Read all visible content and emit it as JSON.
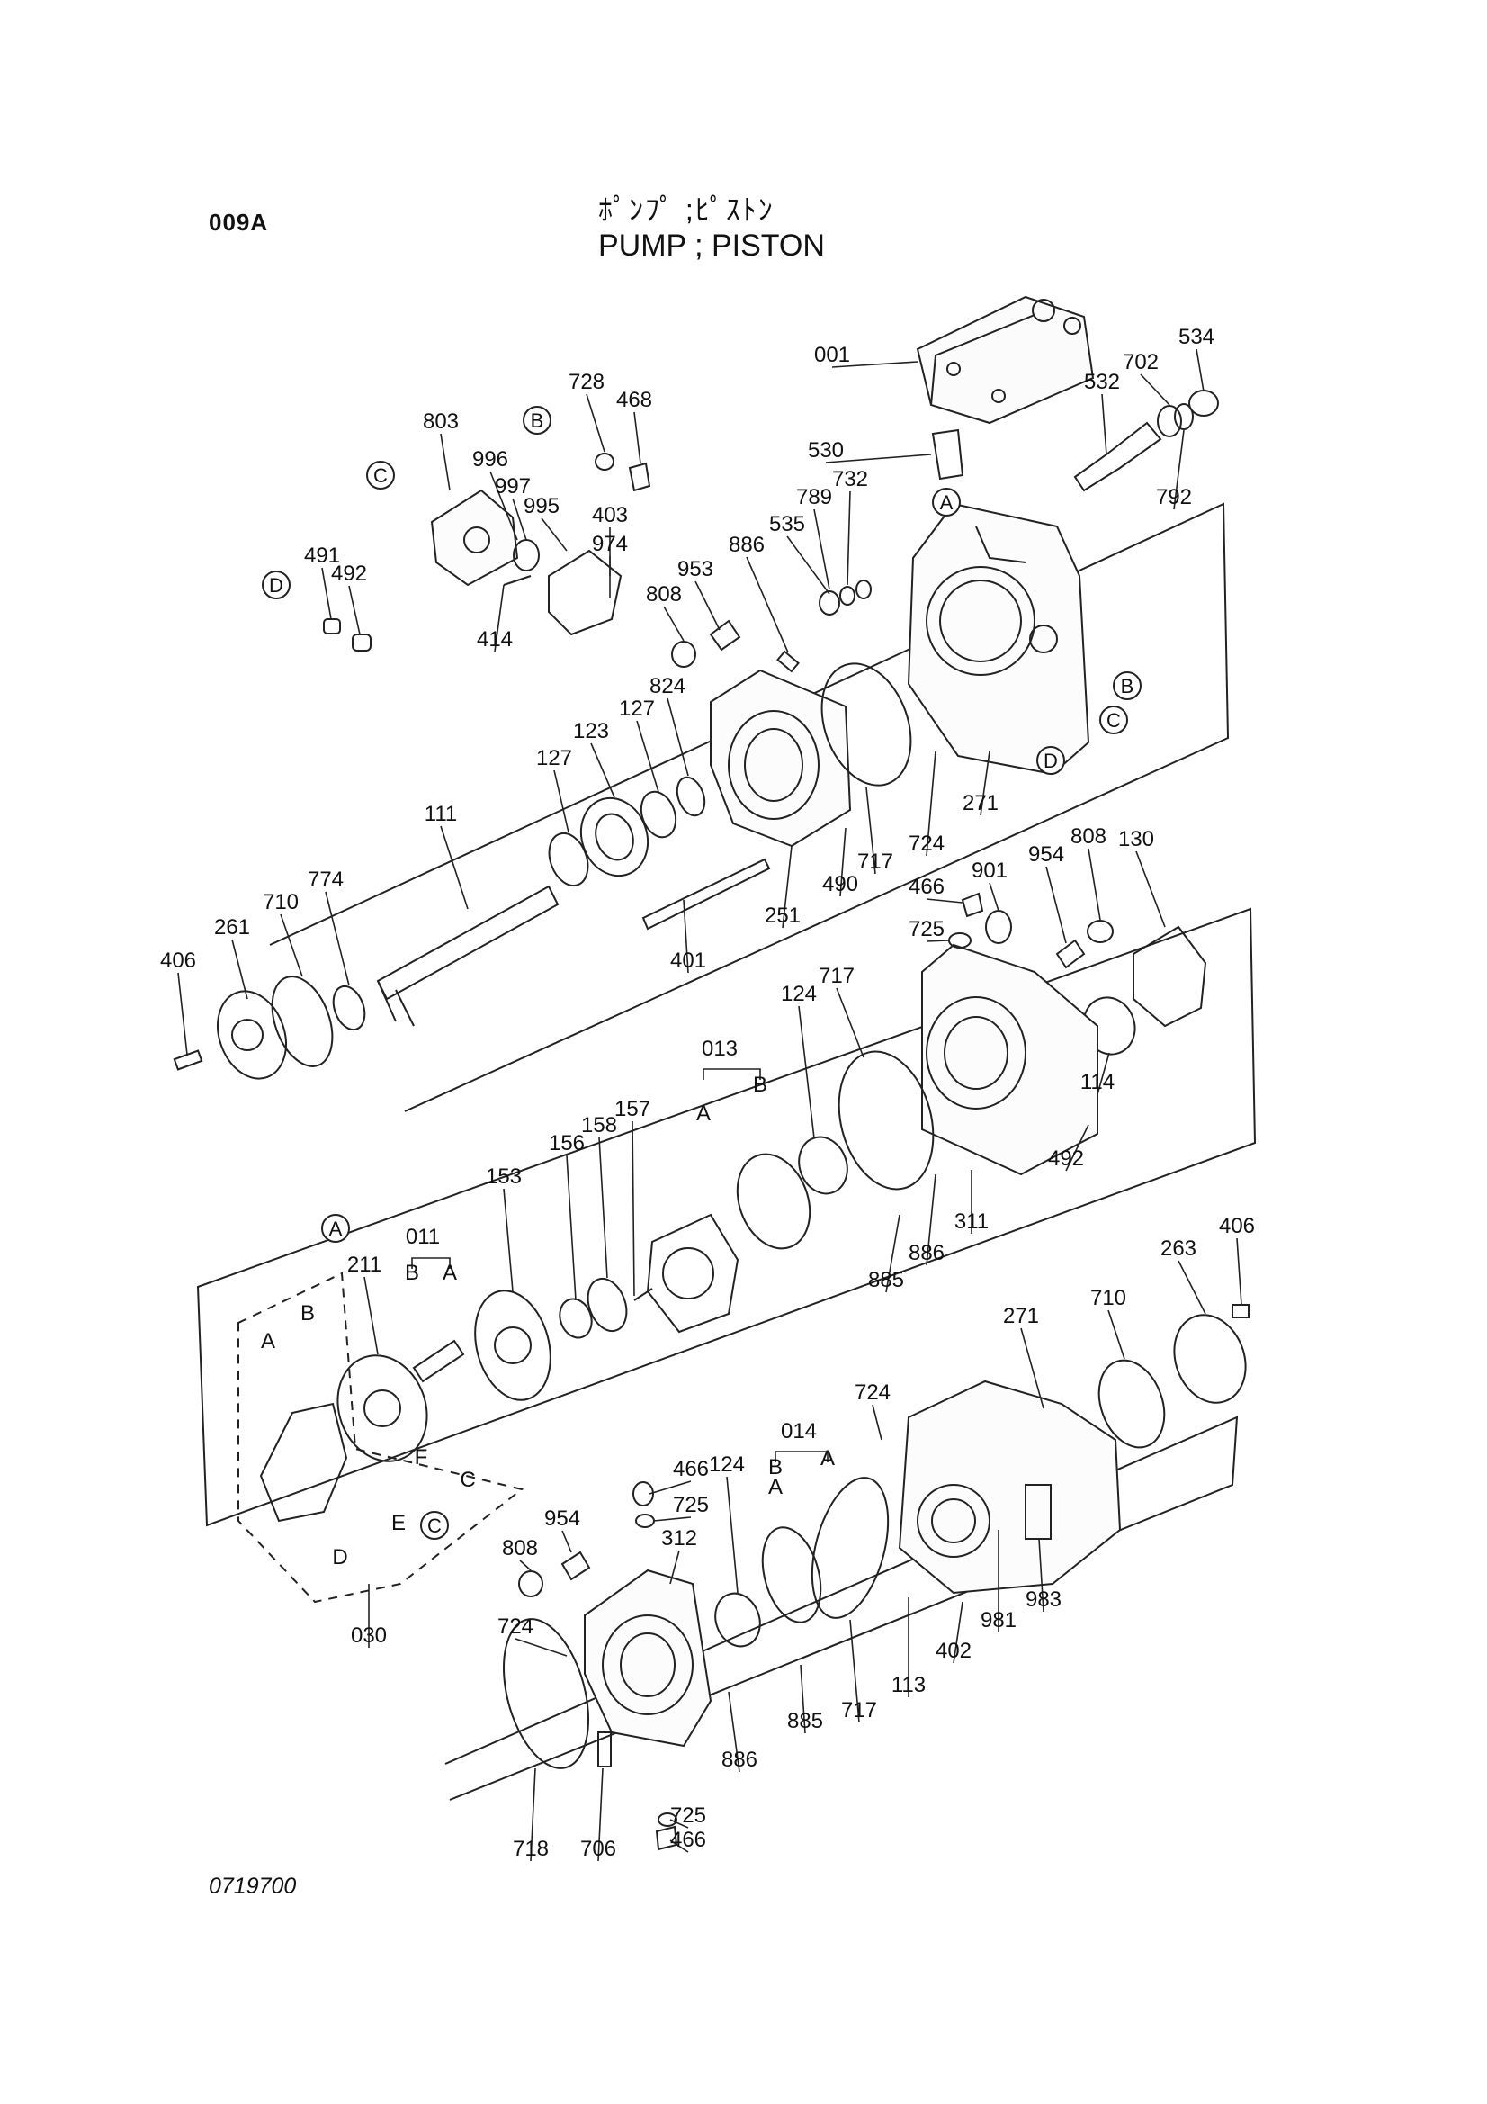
{
  "header": {
    "page_code": "009A",
    "title_jp": "ﾎﾟﾝﾌﾟ ;ﾋﾟｽﾄﾝ",
    "title_en": "PUMP ; PISTON"
  },
  "footer": {
    "drawing_number": "0719700"
  },
  "callouts": [
    {
      "id": "c-001",
      "text": "001"
    },
    {
      "id": "c-534",
      "text": "534"
    },
    {
      "id": "c-702",
      "text": "702"
    },
    {
      "id": "c-532",
      "text": "532"
    },
    {
      "id": "c-792",
      "text": "792"
    },
    {
      "id": "c-530",
      "text": "530"
    },
    {
      "id": "c-789",
      "text": "789"
    },
    {
      "id": "c-732",
      "text": "732"
    },
    {
      "id": "c-535",
      "text": "535"
    },
    {
      "id": "c-886a",
      "text": "886"
    },
    {
      "id": "c-953",
      "text": "953"
    },
    {
      "id": "c-808a",
      "text": "808"
    },
    {
      "id": "c-728",
      "text": "728"
    },
    {
      "id": "c-468",
      "text": "468"
    },
    {
      "id": "c-803",
      "text": "803"
    },
    {
      "id": "c-996",
      "text": "996"
    },
    {
      "id": "c-997",
      "text": "997"
    },
    {
      "id": "c-995",
      "text": "995"
    },
    {
      "id": "c-403",
      "text": "403"
    },
    {
      "id": "c-974",
      "text": "974"
    },
    {
      "id": "c-414",
      "text": "414"
    },
    {
      "id": "c-491",
      "text": "491"
    },
    {
      "id": "c-492a",
      "text": "492"
    },
    {
      "id": "c-824",
      "text": "824"
    },
    {
      "id": "c-127a",
      "text": "127"
    },
    {
      "id": "c-123",
      "text": "123"
    },
    {
      "id": "c-127b",
      "text": "127"
    },
    {
      "id": "c-111",
      "text": "111"
    },
    {
      "id": "c-724a",
      "text": "724"
    },
    {
      "id": "c-271a",
      "text": "271"
    },
    {
      "id": "c-717a",
      "text": "717"
    },
    {
      "id": "c-490",
      "text": "490"
    },
    {
      "id": "c-251",
      "text": "251"
    },
    {
      "id": "c-401",
      "text": "401"
    },
    {
      "id": "c-774",
      "text": "774"
    },
    {
      "id": "c-710a",
      "text": "710"
    },
    {
      "id": "c-261",
      "text": "261"
    },
    {
      "id": "c-406a",
      "text": "406"
    },
    {
      "id": "c-130",
      "text": "130"
    },
    {
      "id": "c-808b",
      "text": "808"
    },
    {
      "id": "c-954a",
      "text": "954"
    },
    {
      "id": "c-901",
      "text": "901"
    },
    {
      "id": "c-466a",
      "text": "466"
    },
    {
      "id": "c-725a",
      "text": "725"
    },
    {
      "id": "c-717b",
      "text": "717"
    },
    {
      "id": "c-124a",
      "text": "124"
    },
    {
      "id": "c-114",
      "text": "114"
    },
    {
      "id": "c-013",
      "text": "013"
    },
    {
      "id": "c-492b",
      "text": "492"
    },
    {
      "id": "c-311",
      "text": "311"
    },
    {
      "id": "c-886b",
      "text": "886"
    },
    {
      "id": "c-885a",
      "text": "885"
    },
    {
      "id": "c-157",
      "text": "157"
    },
    {
      "id": "c-158",
      "text": "158"
    },
    {
      "id": "c-156",
      "text": "156"
    },
    {
      "id": "c-153",
      "text": "153"
    },
    {
      "id": "c-011",
      "text": "011"
    },
    {
      "id": "c-211",
      "text": "211"
    },
    {
      "id": "c-406b",
      "text": "406"
    },
    {
      "id": "c-263",
      "text": "263"
    },
    {
      "id": "c-710b",
      "text": "710"
    },
    {
      "id": "c-271b",
      "text": "271"
    },
    {
      "id": "c-724b",
      "text": "724"
    },
    {
      "id": "c-014",
      "text": "014"
    },
    {
      "id": "c-124b",
      "text": "124"
    },
    {
      "id": "c-466b",
      "text": "466"
    },
    {
      "id": "c-725b",
      "text": "725"
    },
    {
      "id": "c-312",
      "text": "312"
    },
    {
      "id": "c-954b",
      "text": "954"
    },
    {
      "id": "c-808c",
      "text": "808"
    },
    {
      "id": "c-724c",
      "text": "724"
    },
    {
      "id": "c-983",
      "text": "983"
    },
    {
      "id": "c-981",
      "text": "981"
    },
    {
      "id": "c-402",
      "text": "402"
    },
    {
      "id": "c-113",
      "text": "113"
    },
    {
      "id": "c-717c",
      "text": "717"
    },
    {
      "id": "c-885b",
      "text": "885"
    },
    {
      "id": "c-886c",
      "text": "886"
    },
    {
      "id": "c-725c",
      "text": "725"
    },
    {
      "id": "c-466c",
      "text": "466"
    },
    {
      "id": "c-718",
      "text": "718"
    },
    {
      "id": "c-706",
      "text": "706"
    },
    {
      "id": "c-030",
      "text": "030"
    }
  ],
  "letters": [
    {
      "id": "l-A1",
      "text": "A"
    },
    {
      "id": "l-B1",
      "text": "B"
    },
    {
      "id": "l-A2",
      "text": "A"
    },
    {
      "id": "l-B2",
      "text": "B"
    },
    {
      "id": "l-B3",
      "text": "B"
    },
    {
      "id": "l-A3",
      "text": "A"
    },
    {
      "id": "l-A4",
      "text": "A"
    },
    {
      "id": "l-F",
      "text": "F"
    },
    {
      "id": "l-C",
      "text": "C"
    },
    {
      "id": "l-E",
      "text": "E"
    },
    {
      "id": "l-D",
      "text": "D"
    },
    {
      "id": "l-B4",
      "text": "B"
    },
    {
      "id": "l-A5",
      "text": "A"
    }
  ],
  "circled_refs": [
    {
      "id": "r-A-top",
      "text": "A"
    },
    {
      "id": "r-B-top",
      "text": "B"
    },
    {
      "id": "r-C-top",
      "text": "C"
    },
    {
      "id": "r-D-top",
      "text": "D"
    },
    {
      "id": "r-B-housing",
      "text": "B"
    },
    {
      "id": "r-C-housing",
      "text": "C"
    },
    {
      "id": "r-D-housing",
      "text": "D"
    },
    {
      "id": "r-A-mid",
      "text": "A"
    },
    {
      "id": "r-C-bottom",
      "text": "C"
    }
  ]
}
